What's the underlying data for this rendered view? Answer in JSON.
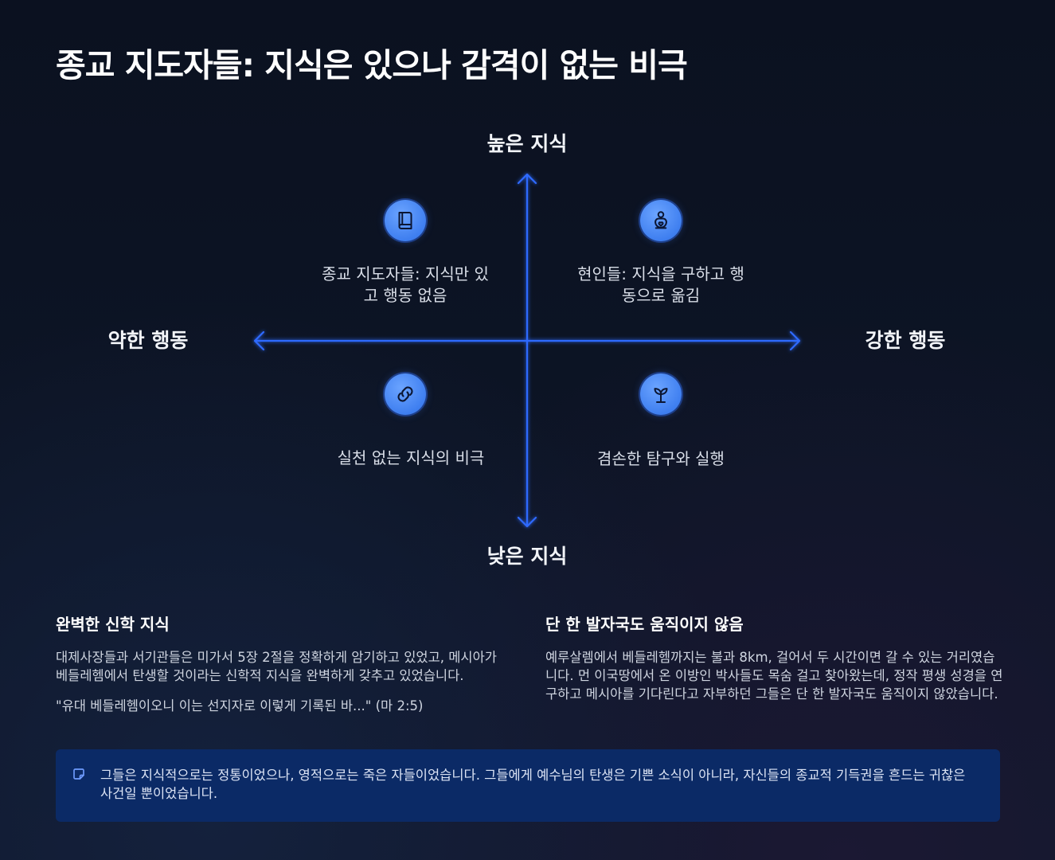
{
  "title": "종교 지도자들: 지식은 있으나 감격이 없는 비극",
  "axes": {
    "top": "높은 지식",
    "bottom": "낮은 지식",
    "left": "약한 행동",
    "right": "강한 행동"
  },
  "quadrants": [
    {
      "id": "top-left",
      "icon": "book-icon",
      "label": "종교 지도자들: 지식만 있\n고 행동 없음"
    },
    {
      "id": "top-right",
      "icon": "person-heart-icon",
      "label": "현인들: 지식을 구하고 행\n동으로 옮김"
    },
    {
      "id": "bottom-left",
      "icon": "broken-link-icon",
      "label": "실천 없는 지식의 비극"
    },
    {
      "id": "bottom-right",
      "icon": "sprout-icon",
      "label": "겸손한 탐구와 실행"
    }
  ],
  "sections": {
    "left": {
      "heading": "완벽한 신학 지식",
      "body": "대제사장들과 서기관들은 미가서 5장 2절을 정확하게 암기하고 있었고, 메시아가 베들레헴에서 탄생할 것이라는 신학적 지식을 완벽하게 갖추고 있었습니다.",
      "quote": "\"유대 베들레헴이오니 이는 선지자로 이렇게 기록된 바...\" (마 2:5)"
    },
    "right": {
      "heading": "단 한 발자국도 움직이지 않음",
      "body": "예루살렘에서 베들레헴까지는 불과 8km, 걸어서 두 시간이면 갈 수 있는 거리였습니다. 먼 이국땅에서 온 이방인 박사들도 목숨 걸고 찾아왔는데, 정작 평생 성경을 연구하고 메시아를 기다린다고 자부하던 그들은 단 한 발자국도 움직이지 않았습니다."
    }
  },
  "callout": {
    "icon": "note-icon",
    "text": "그들은 지식적으로는 정통이었으나, 영적으로는 죽은 자들이었습니다. 그들에게 예수님의 탄생은 기쁜 소식이 아니라, 자신들의 종교적 기득권을 흔드는 귀찮은 사건일 뿐이었습니다."
  },
  "colors": {
    "axis": "#2f6bff",
    "icon_fill": "#3f7ff0",
    "callout_bg": "#0b2a66"
  }
}
